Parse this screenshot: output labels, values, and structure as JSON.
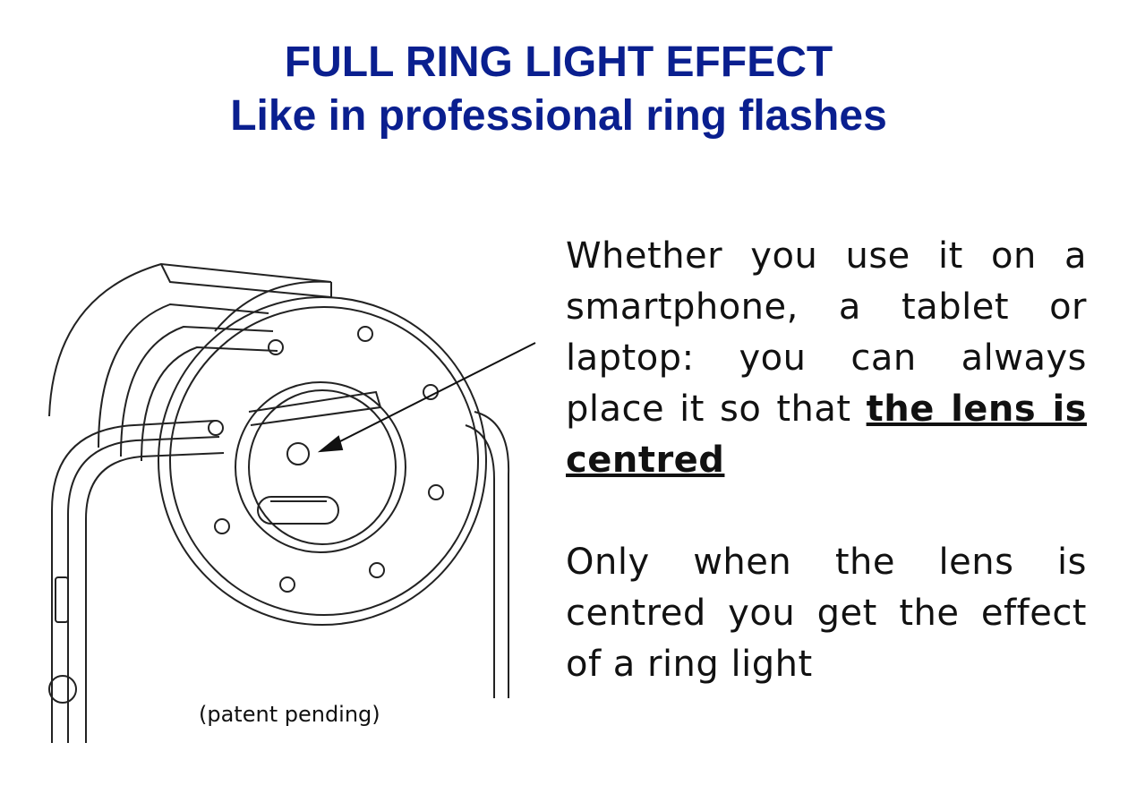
{
  "heading": {
    "line1": "FULL RING LIGHT EFFECT",
    "line2": "Like in professional ring flashes"
  },
  "paragraph1": {
    "text": "Whether you use it on a smartphone, a tablet or laptop: you can always place it so that ",
    "emphasis": "the lens is centred"
  },
  "paragraph2": {
    "text": "Only when the lens is centred you get the effect of a ring light"
  },
  "caption": "(patent pending)",
  "colors": {
    "heading": "#0a1f8f",
    "body": "#111111",
    "line_art": "#222222"
  }
}
